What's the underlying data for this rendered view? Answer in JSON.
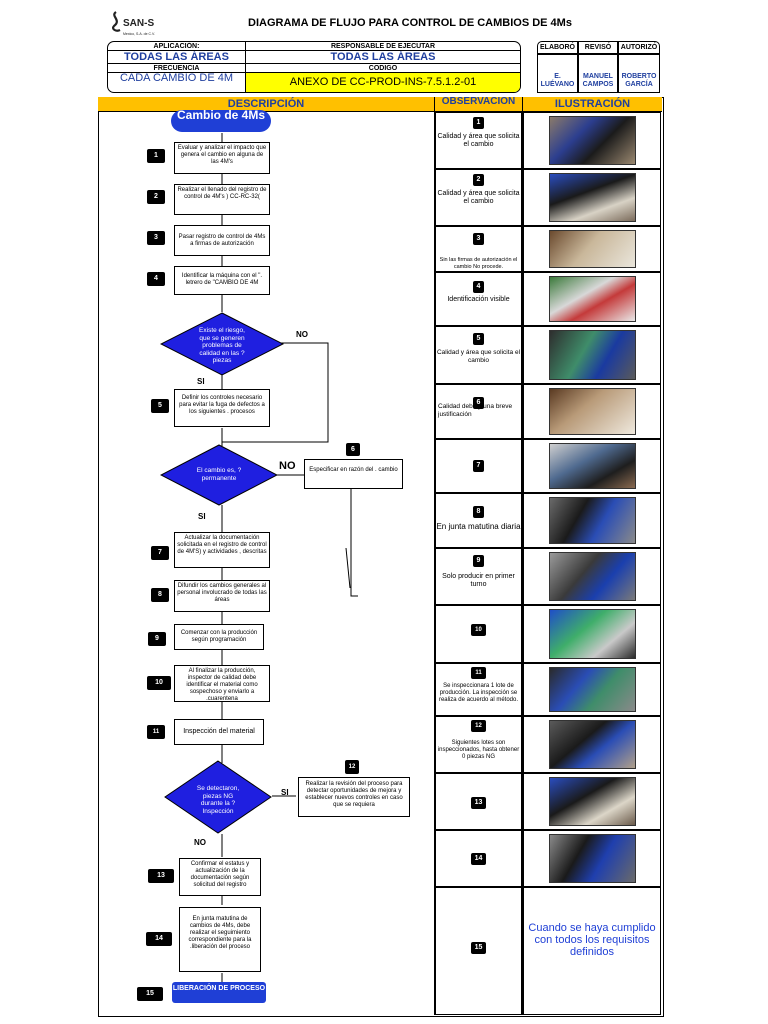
{
  "logo": {
    "name": "SAN-S",
    "sub": "Mexico, S.A. de C.V."
  },
  "title": "DIAGRAMA DE FLUJO PARA CONTROL DE CAMBIOS DE 4Ms",
  "header": {
    "aplicacion_label": "APLICACIÓN:",
    "aplicacion_value": "TODAS LAS ÁREAS",
    "responsable_label": "RESPONSABLE DE EJECUTAR",
    "responsable_value": "TODAS LAS ÁREAS",
    "frecuencia_label": "FRECUENCIA",
    "frecuencia_value": "CADA CAMBIO DE 4M",
    "codigo_label": "CODIGO",
    "codigo_value": "ANEXO DE CC-PROD-INS-7.5.1.2-01"
  },
  "signatures": {
    "elaboro_label": "ELABORÓ",
    "reviso_label": "REVISÓ",
    "autorizo_label": "AUTORIZÓ",
    "elaboro": "E. LUÉVANO",
    "reviso": "MANUEL CAMPOS",
    "autorizo": "ROBERTO GARCÍA"
  },
  "columns": {
    "descripcion": "DESCRIPCIÓN",
    "observacion": "OBSERVACIÓN",
    "ilustracion": "ILUSTRACIÓN"
  },
  "flow": {
    "start": "Cambio de 4Ms",
    "end": "LIBERACIÓN DE PROCESO",
    "steps": [
      {
        "n": "1",
        "text": "Evaluar y analizar el impacto que genera el cambio en alguna de las 4M's"
      },
      {
        "n": "2",
        "text": "Realizar el llenado del registro de control de 4M's ) CC-RC-32("
      },
      {
        "n": "3",
        "text": "Pasar registro de control de 4Ms a firmas de autorización"
      },
      {
        "n": "4",
        "text": "Identificar la máquina con el \". letrero de \"CAMBIO DE 4M"
      },
      {
        "n": "5",
        "text": "Definir los controles necesario para evitar la fuga de defectos a los siguientes . procesos"
      },
      {
        "n": "6",
        "text": "Especificar en razón del . cambio"
      },
      {
        "n": "7",
        "text": "Actualizar la documentación solicitada en el registro de control de 4M'S) y actividades , descritas"
      },
      {
        "n": "8",
        "text": "Difundir los cambios generales al personal involucrado de todas las áreas"
      },
      {
        "n": "9",
        "text": "Comenzar con la producción según programación"
      },
      {
        "n": "10",
        "text": "Al finalizar la producción, inspector de calidad debe identificar el material como sospechoso y enviarlo a .cuarentena"
      },
      {
        "n": "11",
        "text": "Inspección del material"
      },
      {
        "n": "12",
        "text": "Realizar la revisión del proceso para detectar oportunidades de mejora y establecer nuevos controles en caso que se requiera"
      },
      {
        "n": "13",
        "text": "Confirmar el estatus y actualización de la documentación según solicitud del registro"
      },
      {
        "n": "14",
        "text": "En junta matutina de cambios de 4Ms, debe realizar el seguimiento correspondiente para la .liberación del proceso"
      },
      {
        "n": "15",
        "text": ""
      }
    ],
    "decisions": [
      {
        "text": "Existe el riesgo, que se generen problemas de calidad en las ?piezas",
        "yes": "SI",
        "no": "NO"
      },
      {
        "text": "El cambio es, ?permanente",
        "yes": "SI",
        "no": "NO"
      },
      {
        "text": "Se detectaron, piezas NG durante la ?Inspección",
        "yes": "SI",
        "no": "NO"
      }
    ]
  },
  "observations": [
    {
      "n": "1",
      "text": "Calidad y área que solicita el cambio"
    },
    {
      "n": "2",
      "text": "Calidad y área que solicita el cambio"
    },
    {
      "n": "3",
      "text": "Sin las firmas de autorización el cambio No procede."
    },
    {
      "n": "4",
      "text": "Identificación visible"
    },
    {
      "n": "5",
      "text": "Calidad y área que solicita el cambio"
    },
    {
      "n": "6",
      "text": "Calidad debe y una breve justificación"
    },
    {
      "n": "7",
      "text": ""
    },
    {
      "n": "8",
      "text": "En junta matutina diaria"
    },
    {
      "n": "9",
      "text": "Solo producir en primer turno"
    },
    {
      "n": "10",
      "text": ""
    },
    {
      "n": "11",
      "text": "Se inspeccionara 1 lote de producción. La inspección se realiza de acuerdo al método."
    },
    {
      "n": "12",
      "text": "Siguientes lotes son inspeccionados, hasta obtener 0 piezas NG"
    },
    {
      "n": "13",
      "text": ""
    },
    {
      "n": "14",
      "text": ""
    },
    {
      "n": "15",
      "text": ""
    }
  ],
  "final_note": "Cuando se haya cumplido con todos los requisitos definidos",
  "colors": {
    "yellow": "#ffff00",
    "orange": "#ffc000",
    "blue_shape": "#1f1fe0",
    "blue_text": "#1f3f9f"
  }
}
